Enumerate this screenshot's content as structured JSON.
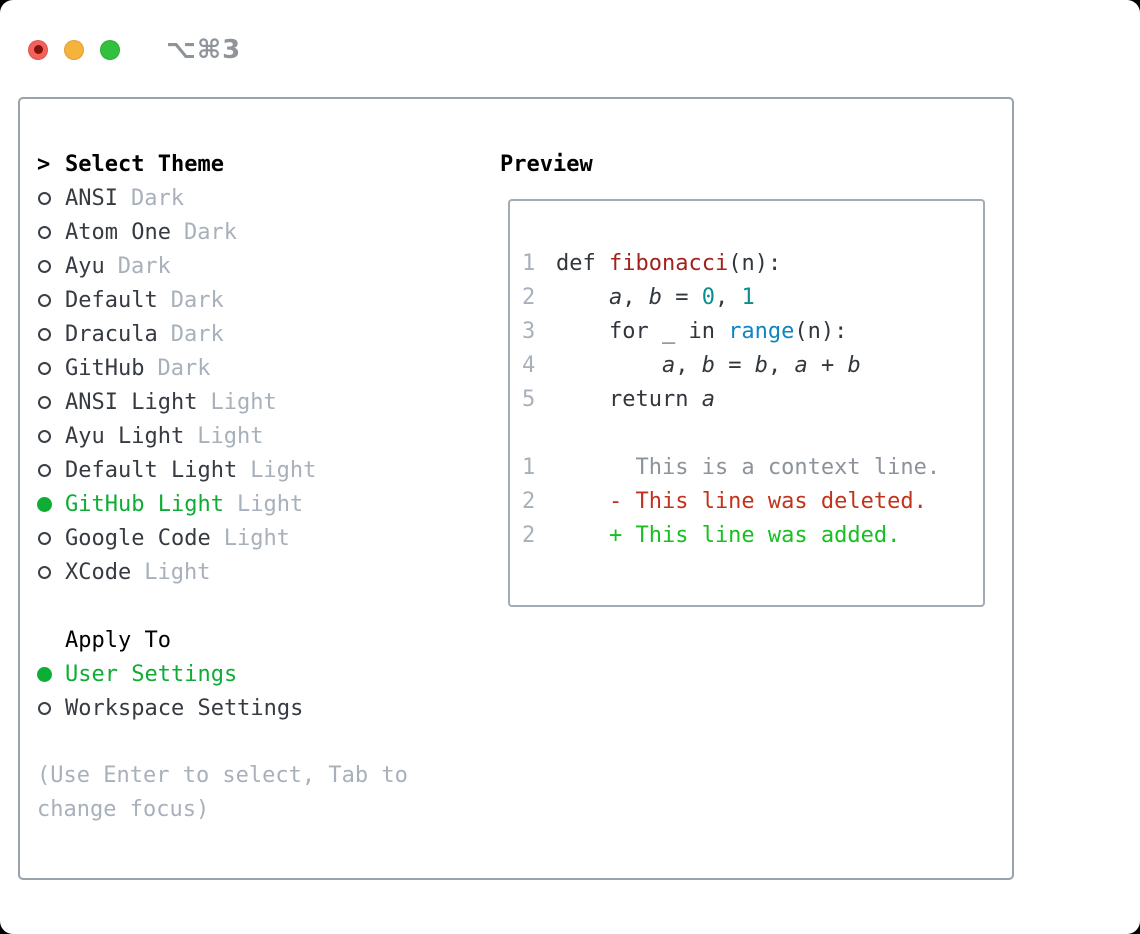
{
  "window": {
    "shortcut_label": "⌥⌘3",
    "traffic_lights": [
      {
        "name": "close",
        "color": "#f4615a"
      },
      {
        "name": "minimize",
        "color": "#f5b33b"
      },
      {
        "name": "zoom",
        "color": "#31c13f"
      }
    ]
  },
  "theme_panel": {
    "select_header": {
      "marker": ">",
      "label": "Select Theme"
    },
    "themes": [
      {
        "label": "ANSI",
        "variant": "Dark",
        "selected": false
      },
      {
        "label": "Atom One",
        "variant": "Dark",
        "selected": false
      },
      {
        "label": "Ayu",
        "variant": "Dark",
        "selected": false
      },
      {
        "label": "Default",
        "variant": "Dark",
        "selected": false
      },
      {
        "label": "Dracula",
        "variant": "Dark",
        "selected": false
      },
      {
        "label": "GitHub",
        "variant": "Dark",
        "selected": false
      },
      {
        "label": "ANSI Light",
        "variant": "Light",
        "selected": false
      },
      {
        "label": "Ayu Light",
        "variant": "Light",
        "selected": false
      },
      {
        "label": "Default Light",
        "variant": "Light",
        "selected": false
      },
      {
        "label": "GitHub Light",
        "variant": "Light",
        "selected": true
      },
      {
        "label": "Google Code",
        "variant": "Light",
        "selected": false
      },
      {
        "label": "XCode",
        "variant": "Light",
        "selected": false
      }
    ],
    "apply_to": {
      "header": "Apply To",
      "options": [
        {
          "label": "User Settings",
          "selected": true
        },
        {
          "label": "Workspace Settings",
          "selected": false
        }
      ]
    },
    "help_text": "(Use Enter to select, Tab to change focus)"
  },
  "preview": {
    "header": "Preview",
    "code_lines": [
      {
        "num": "1",
        "segments": [
          {
            "text": "def ",
            "kind": "plain"
          },
          {
            "text": "fibonacci",
            "kind": "func"
          },
          {
            "text": "(n):",
            "kind": "plain"
          }
        ]
      },
      {
        "num": "2",
        "segments": [
          {
            "text": "    ",
            "kind": "plain"
          },
          {
            "text": "a",
            "kind": "var"
          },
          {
            "text": ", ",
            "kind": "plain"
          },
          {
            "text": "b",
            "kind": "var"
          },
          {
            "text": " = ",
            "kind": "plain"
          },
          {
            "text": "0",
            "kind": "num"
          },
          {
            "text": ", ",
            "kind": "plain"
          },
          {
            "text": "1",
            "kind": "num"
          }
        ]
      },
      {
        "num": "3",
        "segments": [
          {
            "text": "    for _ in ",
            "kind": "plain"
          },
          {
            "text": "range",
            "kind": "builtin"
          },
          {
            "text": "(n):",
            "kind": "plain"
          }
        ]
      },
      {
        "num": "4",
        "segments": [
          {
            "text": "        ",
            "kind": "plain"
          },
          {
            "text": "a",
            "kind": "var"
          },
          {
            "text": ", ",
            "kind": "plain"
          },
          {
            "text": "b",
            "kind": "var"
          },
          {
            "text": " = ",
            "kind": "plain"
          },
          {
            "text": "b",
            "kind": "var"
          },
          {
            "text": ", ",
            "kind": "plain"
          },
          {
            "text": "a",
            "kind": "var"
          },
          {
            "text": " + ",
            "kind": "plain"
          },
          {
            "text": "b",
            "kind": "var"
          }
        ]
      },
      {
        "num": "5",
        "segments": [
          {
            "text": "    return ",
            "kind": "plain"
          },
          {
            "text": "a",
            "kind": "var"
          }
        ]
      },
      {
        "num": "",
        "segments": []
      }
    ],
    "diff_lines": [
      {
        "num": "1",
        "kind": "context",
        "text": "      This is a context line."
      },
      {
        "num": "2",
        "kind": "deleted",
        "text": "    - This line was deleted."
      },
      {
        "num": "2",
        "kind": "added",
        "text": "    + This line was added."
      }
    ]
  },
  "colors": {
    "accent_green": "#0ead35",
    "function_red": "#a2231d",
    "number_teal": "#0b8e8e",
    "builtin_blue": "#0e86c4",
    "diff_deleted_red": "#c2331c",
    "diff_added_green": "#17c022",
    "diff_context_gray": "#8d939b",
    "muted_gray": "#a8b0bb",
    "panel_border_gray": "#99a2ad"
  }
}
